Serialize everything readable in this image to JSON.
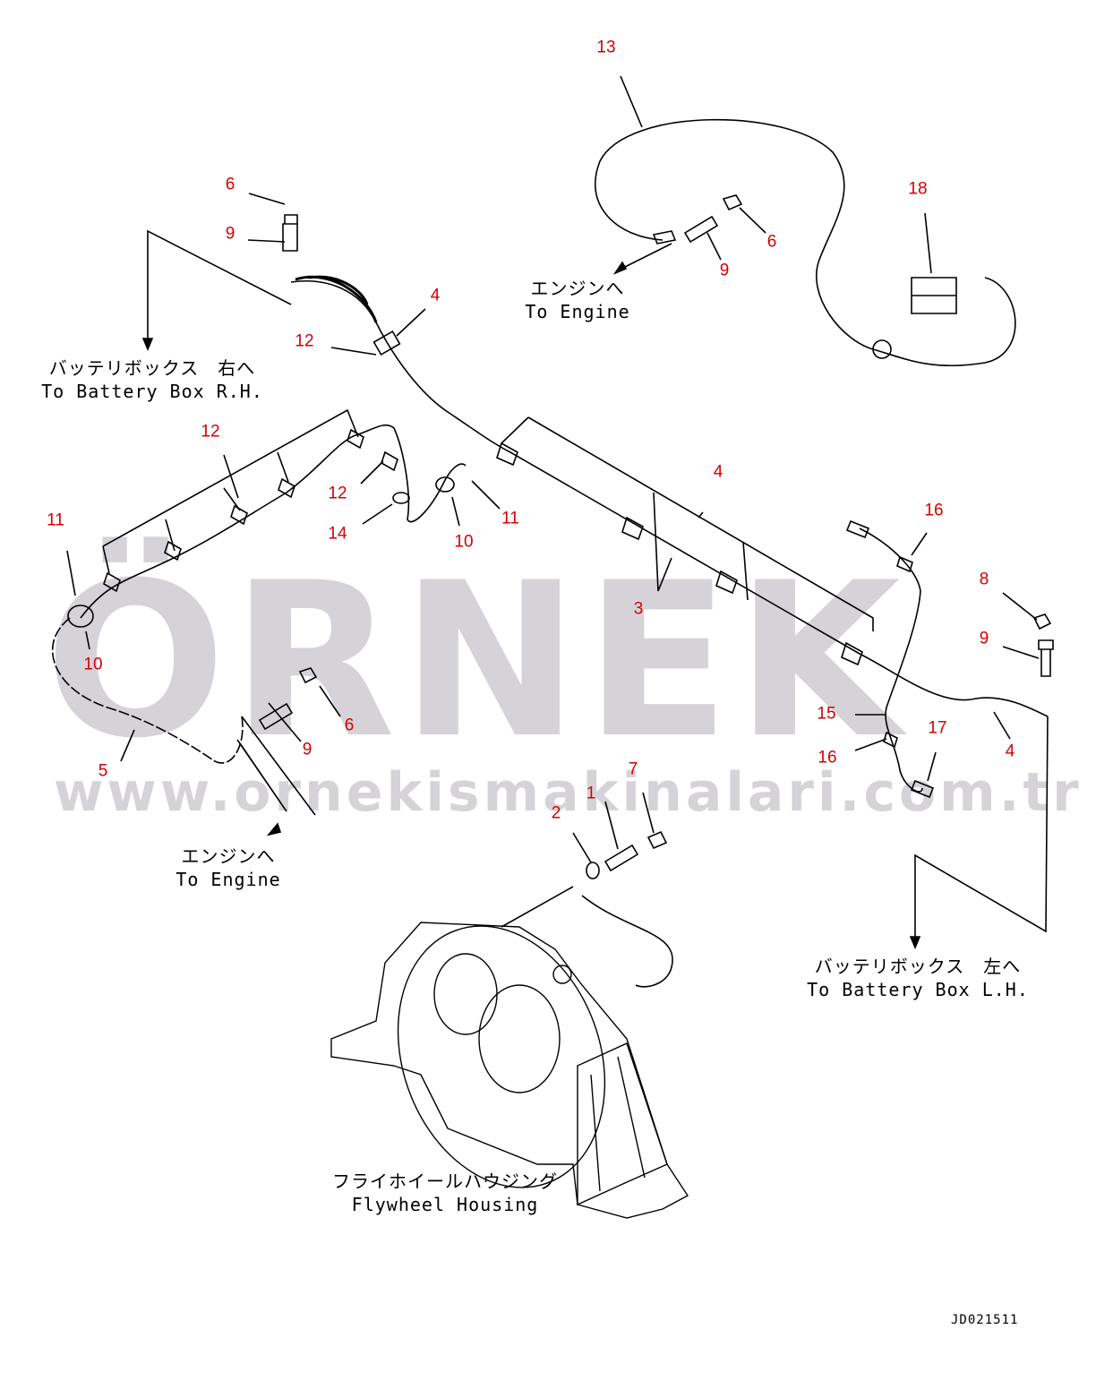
{
  "watermark": {
    "brand": "ÖRNEK",
    "url": "www.ornekismakinalari.com.tr",
    "color": "#d6d3d8",
    "accent": "#f2cf3a"
  },
  "callout_color": "#d40000",
  "callouts": [
    "13",
    "6",
    "9",
    "4",
    "12",
    "18",
    "6",
    "9",
    "12",
    "4",
    "16",
    "11",
    "12",
    "14",
    "10",
    "11",
    "8",
    "3",
    "9",
    "10",
    "6",
    "9",
    "15",
    "17",
    "16",
    "4",
    "5",
    "7",
    "1",
    "2"
  ],
  "notes": {
    "battery_rh_jp": "バッテリボックス　右へ",
    "battery_rh_en": "To Battery Box R.H.",
    "engine1_jp": "エンジンへ",
    "engine1_en": "To Engine",
    "engine2_jp": "エンジンへ",
    "engine2_en": "To Engine",
    "battery_lh_jp": "バッテリボックス　左へ",
    "battery_lh_en": "To Battery Box L.H.",
    "flywheel_jp": "フライホイールハウジング",
    "flywheel_en": "Flywheel Housing"
  },
  "drawing_code": "JD021511"
}
